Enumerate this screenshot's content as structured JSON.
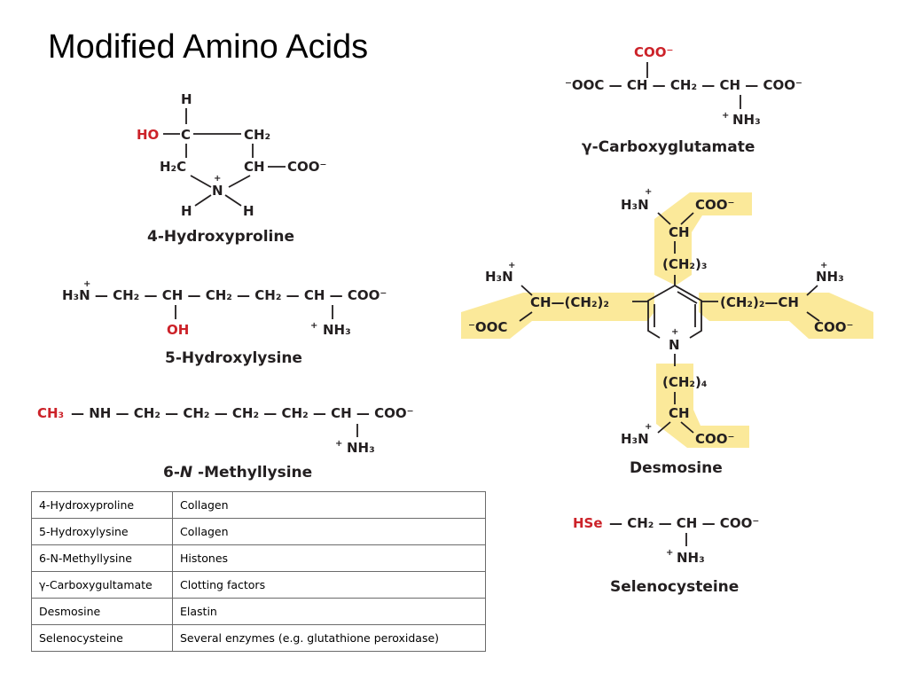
{
  "title": "Modified Amino Acids",
  "colors": {
    "highlight": "#fbe99a",
    "red": "#cc2229",
    "ink": "#231f20"
  },
  "structures": {
    "hydroxyproline": {
      "name": "4-Hydroxyproline",
      "h_top": "H",
      "ho": "HO",
      "c": "C",
      "ch2": "CH₂",
      "h2c": "H₂C",
      "ch": "CH",
      "coo": "COO⁻",
      "n": "N",
      "plus": "+",
      "h_left": "H",
      "h_right": "H"
    },
    "hydroxylysine": {
      "name": "5-Hydroxylysine",
      "chain": "H₃N — CH₂ — CH — CH₂ — CH₂ — CH — COO⁻",
      "plus": "+",
      "oh": "OH",
      "nh3": "NH₃"
    },
    "methyllysine": {
      "name_prefix": "6-",
      "name_italic": "N",
      "name_suffix": " -Methyllysine",
      "ch3": "CH₃",
      "chain": "— NH — CH₂ — CH₂ — CH₂ — CH₂ — CH — COO⁻",
      "plus": "+",
      "nh3": "NH₃"
    },
    "carboxyglutamate": {
      "name": "γ-Carboxyglutamate",
      "coo_top": "COO⁻",
      "chain": "⁻OOC — CH — CH₂ — CH — COO⁻",
      "plus": "+",
      "nh3": "NH₃"
    },
    "desmosine": {
      "name": "Desmosine",
      "top_h3n": "H₃N",
      "top_coo": "COO⁻",
      "top_ch": "CH",
      "top_ch2": "(CH₂)₃",
      "left_h3n": "H₃N",
      "left_chain": "CH—(CH₂)₂",
      "left_coo": "⁻OOC",
      "right_nh3": "NH₃",
      "right_chain": "(CH₂)₂—CH",
      "right_coo": "COO⁻",
      "ring_n": "N",
      "bottom_ch2": "(CH₂)₄",
      "bottom_ch": "CH",
      "bottom_h3n": "H₃N",
      "bottom_coo": "COO⁻",
      "plus": "+"
    },
    "selenocysteine": {
      "name": "Selenocysteine",
      "hse": "HSe",
      "chain": "— CH₂ — CH — COO⁻",
      "plus": "+",
      "nh3": "NH₃"
    }
  },
  "table": {
    "rows": [
      {
        "compound": "4-Hydroxyproline",
        "location": "Collagen"
      },
      {
        "compound": "5-Hydroxylysine",
        "location": "Collagen"
      },
      {
        "compound": "6-N-Methyllysine",
        "location": "Histones"
      },
      {
        "compound": "γ-Carboxygultamate",
        "location": "Clotting factors"
      },
      {
        "compound": "Desmosine",
        "location": "Elastin"
      },
      {
        "compound": "Selenocysteine",
        "location": "Several enzymes (e.g. glutathione peroxidase)"
      }
    ]
  }
}
